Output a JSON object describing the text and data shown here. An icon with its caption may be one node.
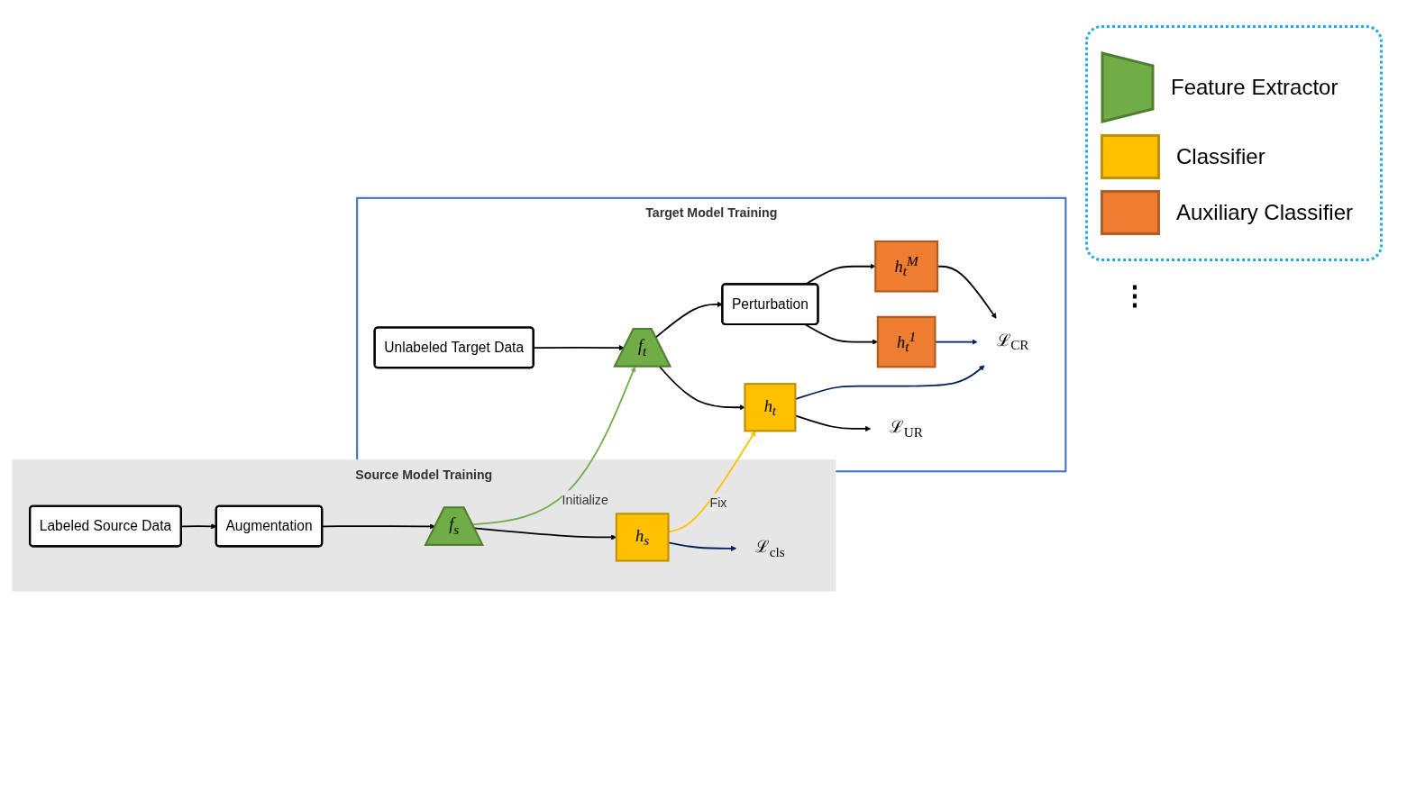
{
  "diagram": {
    "nodes": [
      {
        "text": [
          "Source Model Training"
        ]
      },
      {
        "text": [
          "Labeled Source Data"
        ],
        "in": 0
      },
      {
        "text": [
          "Augmentation"
        ],
        "in": 0
      },
      {
        "text": [
          "f$_{s}$"
        ],
        "in": 0
      },
      {
        "text": [
          "h$_{s}$"
        ],
        "in": 0
      },
      {
        "text": [
          "ℒ$_{cls}$"
        ],
        "in": 0
      },
      {
        "text": [
          "Target Model Training"
        ]
      },
      {
        "text": [
          "Unlabeled Target Data"
        ],
        "in": 6
      },
      {
        "text": [
          "f$_{t}$"
        ],
        "in": 6
      },
      {
        "text": [
          "h$_{t}$"
        ],
        "in": 6
      },
      {
        "text": [
          "ℒ$_{UR}$"
        ],
        "in": 6
      },
      {
        "text": [
          "Perturbation"
        ],
        "in": 6
      },
      {
        "text": [
          "h$_{t}$$^{1}$"
        ],
        "in": 6
      },
      {
        "text": [
          "h$_{t}$$^{M}$"
        ],
        "in": 6
      },
      {
        "text": [
          "ℒ$_{CR}$"
        ],
        "in": 6
      }
    ],
    "edges": [
      {
        "from": 1,
        "to": 2,
        "arrow": "to"
      },
      {
        "from": 2,
        "to": 3,
        "arrow": "to"
      },
      {
        "from": 3,
        "to": 4,
        "arrow": "to"
      },
      {
        "from": 4,
        "to": 5,
        "arrow": "to",
        "color": "#002060"
      },
      {
        "from": 3,
        "to": 8,
        "arrow": "to",
        "label": "Initialize",
        "color": "#70ad47"
      },
      {
        "from": 4,
        "to": 9,
        "arrow": "to",
        "label": "Fix",
        "color": "#ffc000"
      },
      {
        "from": 7,
        "to": 8,
        "arrow": "to"
      },
      {
        "from": 8,
        "to": 9,
        "arrow": "to"
      },
      {
        "from": 8,
        "to": 11,
        "arrow": "to"
      },
      {
        "from": 9,
        "to": 10,
        "arrow": "to"
      },
      {
        "from": 9,
        "to": 14,
        "arrow": "to",
        "color": "#002060"
      },
      {
        "from": 11,
        "to": 12,
        "arrow": "to"
      },
      {
        "from": 11,
        "to": 13,
        "arrow": "to"
      },
      {
        "from": 12,
        "to": 14,
        "arrow": "to",
        "color": "#002060"
      },
      {
        "from": 13,
        "to": 14,
        "arrow": "to"
      }
    ],
    "labels": [
      "⋮"
    ],
    "legend": [
      {
        "text": "Feature Extractor"
      },
      {
        "text": "Classifier",
        "color": "#ffc000"
      },
      {
        "text": "Auxiliary Classifier",
        "color": "#ed7d31"
      }
    ]
  }
}
